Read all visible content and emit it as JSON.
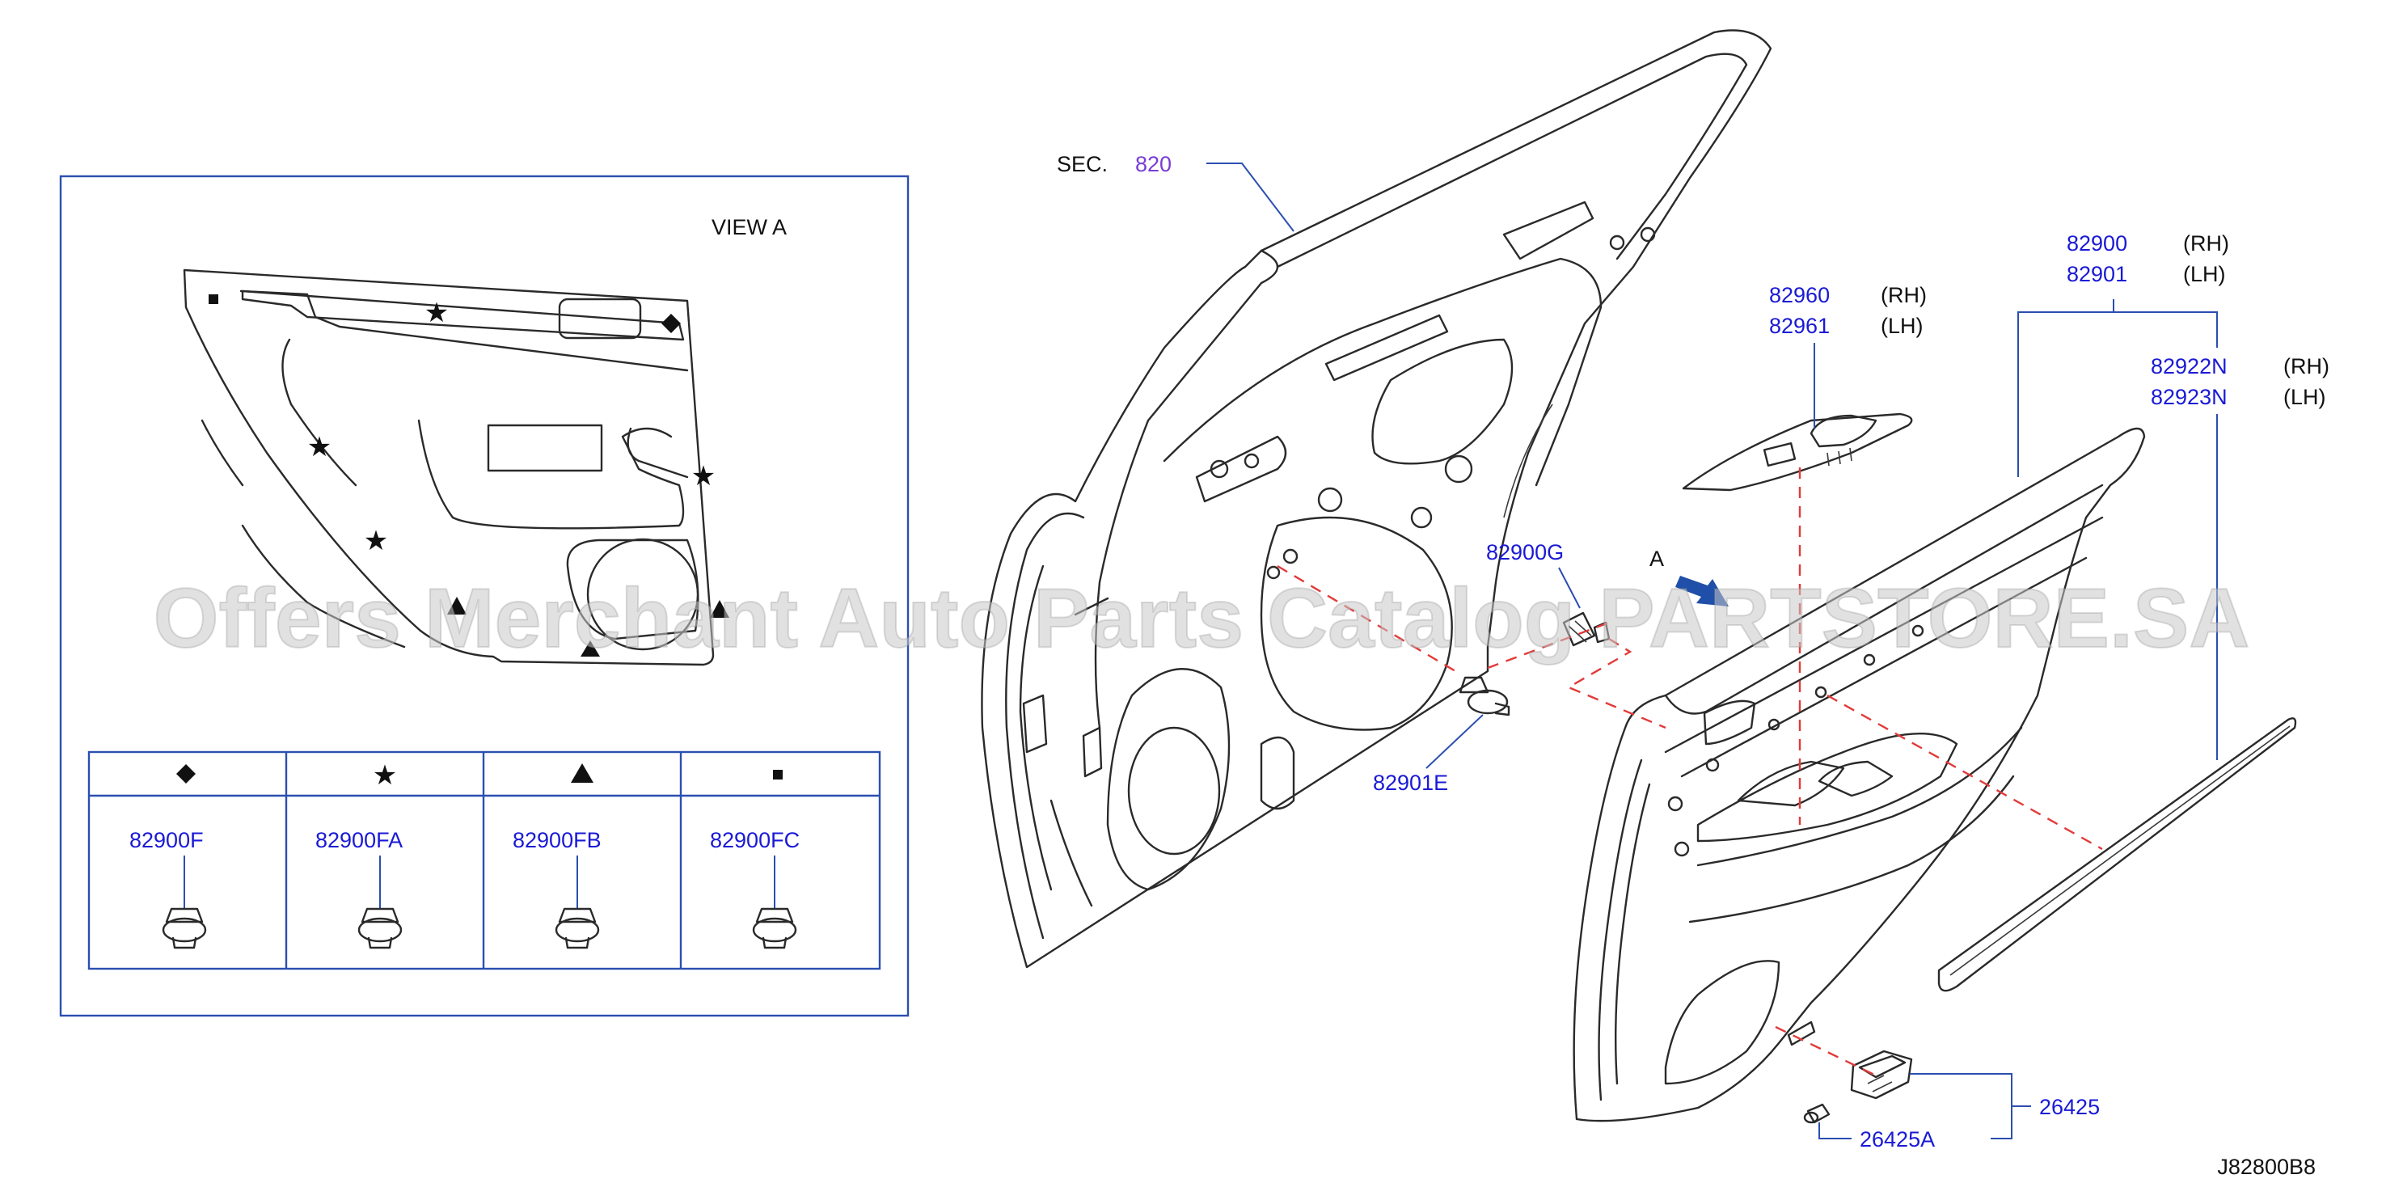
{
  "view_label": "VIEW   A",
  "sec_prefix": "SEC.",
  "sec_number": "820",
  "arrow_letter": "A",
  "legend": {
    "columns": [
      {
        "symbol": "◆",
        "symbol_name": "diamond-icon",
        "part": "82900F"
      },
      {
        "symbol": "★",
        "symbol_name": "star-icon",
        "part": "82900FA"
      },
      {
        "symbol": "▲",
        "symbol_name": "triangle-icon",
        "part": "82900FB"
      },
      {
        "symbol": "■",
        "symbol_name": "square-icon",
        "part": "82900FC"
      }
    ]
  },
  "callouts": {
    "p82960": "82960",
    "p82960_side": "(RH)",
    "p82961": "82961",
    "p82961_side": "(LH)",
    "p82900": "82900",
    "p82900_side": "(RH)",
    "p82901": "82901",
    "p82901_side": "(LH)",
    "p82922N": "82922N",
    "p82922N_side": "(RH)",
    "p82923N": "82923N",
    "p82923N_side": "(LH)",
    "p82900G": "82900G",
    "p82901E": "82901E",
    "p26425": "26425",
    "p26425A": "26425A"
  },
  "diagram_code": "J82800B8",
  "watermark": "Offers Merchant Auto Parts Catalog PARTSTORE.SA",
  "colors": {
    "callout_blue": "#1a1ad6",
    "section_purple": "#7a3cd6",
    "leader_blue": "#2b4fb0",
    "dash_red": "#e23a3a"
  }
}
